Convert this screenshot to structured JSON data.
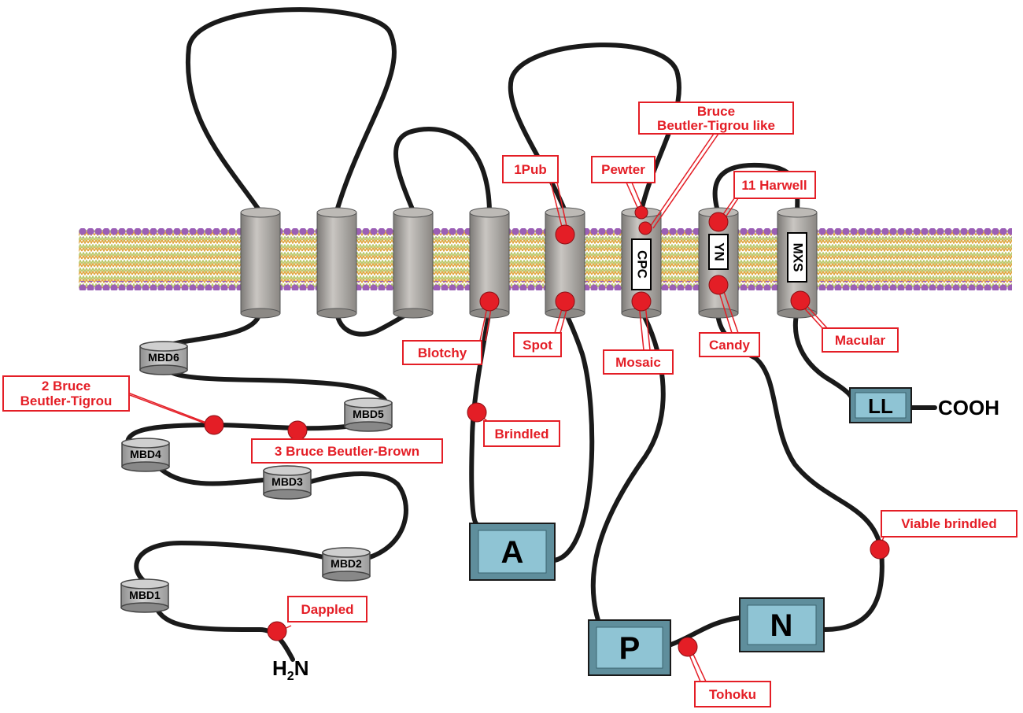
{
  "terminals": {
    "n_h": "H",
    "n_2": "2",
    "n_n": "N",
    "c": "COOH"
  },
  "mbd": [
    "MBD1",
    "MBD2",
    "MBD3",
    "MBD4",
    "MBD5",
    "MBD6"
  ],
  "motifs": {
    "cpc": "CPC",
    "yn": "YN",
    "mxs": "MXS"
  },
  "domains": {
    "a": "A",
    "p": "P",
    "n": "N",
    "ll": "LL"
  },
  "mutations": {
    "bruce_tigrou_like_1": "Bruce",
    "bruce_tigrou_like_2": "Beutler-Tigrou like",
    "pub": "1Pub",
    "pewter": "Pewter",
    "harwell": "11 Harwell",
    "blotchy": "Blotchy",
    "spot": "Spot",
    "mosaic": "Mosaic",
    "candy": "Candy",
    "macular": "Macular",
    "brindled": "Brindled",
    "tigrou_2_line1": "2 Bruce",
    "tigrou_2_line2": "Beutler-Tigrou",
    "brown_3": "3 Bruce Beutler-Brown",
    "viable_brindled": "Viable brindled",
    "dappled": "Dappled",
    "tohoku": "Tohoku"
  },
  "colors": {
    "label": "#e41e26",
    "mutation_dot": "#e41e26",
    "domain_box": "#8fc4d4",
    "helix": "#a8a5a1",
    "mbd": "#b3b3b3",
    "lipid_head": "#9b59b6",
    "chain": "#1a1a1a"
  }
}
